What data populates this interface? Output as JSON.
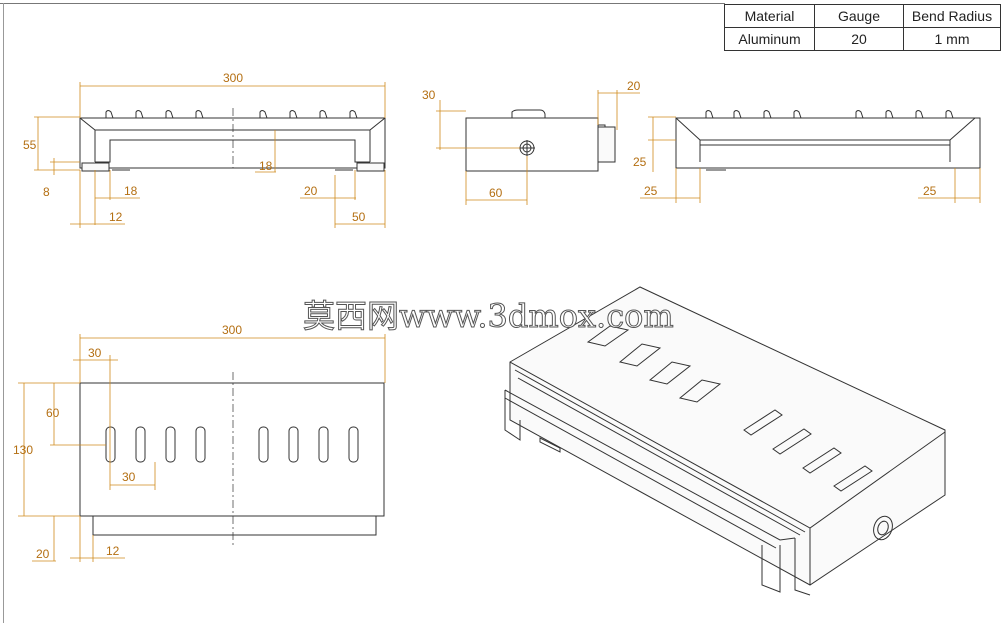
{
  "spec_table": {
    "headers": [
      "Material",
      "Gauge",
      "Bend Radius"
    ],
    "values": [
      "Aluminum",
      "20",
      "1 mm"
    ]
  },
  "dimensions": {
    "front_length": "300",
    "front_height": "55",
    "front_foot": "8",
    "front_inner": "18",
    "front_left_18": "18",
    "front_left_12": "12",
    "front_right_20": "20",
    "front_right_50": "50",
    "side_30": "30",
    "side_20": "20",
    "side_60": "60",
    "rear_25_height": "25",
    "rear_25_left": "25",
    "rear_25_right": "25",
    "top_length": "300",
    "top_30": "30",
    "top_60": "60",
    "top_130": "130",
    "top_slot_30": "30",
    "top_20": "20",
    "top_12": "12"
  },
  "watermark": "莫西网www.3dmox.com"
}
